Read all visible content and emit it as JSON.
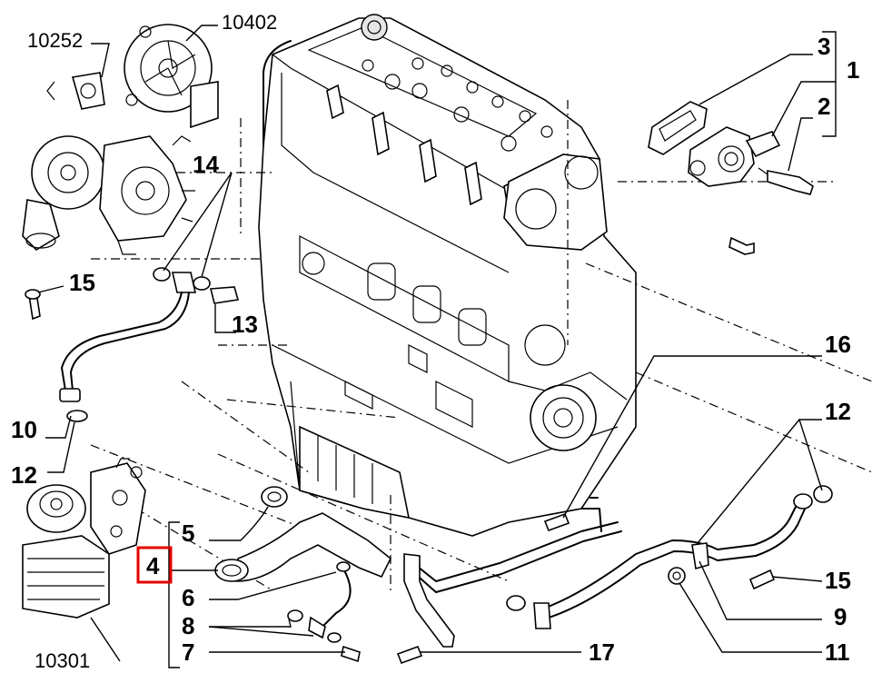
{
  "diagram": {
    "highlight_color": "#e60000",
    "callouts": {
      "c1": "1",
      "c2": "2",
      "c3": "3",
      "c4": "4",
      "c5": "5",
      "c6": "6",
      "c7": "7",
      "c8": "8",
      "c9": "9",
      "c10": "10",
      "c11": "11",
      "c12a": "12",
      "c12b": "12",
      "c13": "13",
      "c14": "14",
      "c15a": "15",
      "c15b": "15",
      "c16": "16",
      "c17": "17"
    },
    "references": {
      "r10252": "10252",
      "r10402": "10402",
      "r10301": "10301"
    },
    "highlighted_callout": "4"
  }
}
